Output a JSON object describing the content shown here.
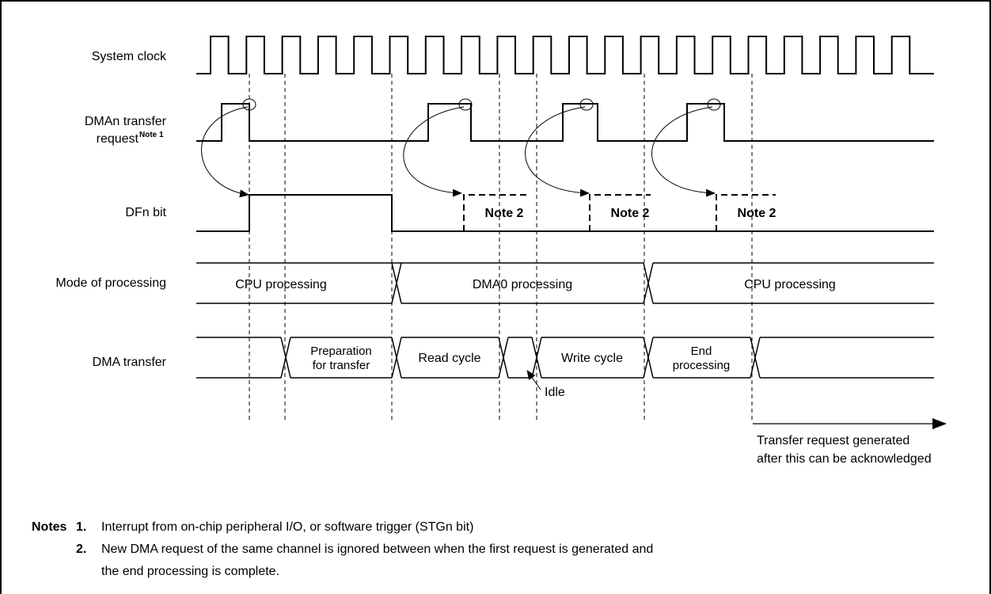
{
  "signals": {
    "system_clock": "System clock",
    "dma_request_line1": "DMAn transfer",
    "dma_request_line2": "request",
    "dma_request_note_ref": "Note 1",
    "dfn_bit": "DFn bit",
    "mode_of_processing": "Mode of processing",
    "dma_transfer": "DMA transfer"
  },
  "dfn_notes": [
    "Note 2",
    "Note 2",
    "Note 2"
  ],
  "mode_segments": [
    "CPU processing",
    "DMA0 processing",
    "CPU processing"
  ],
  "transfer_segments": {
    "prep_line1": "Preparation",
    "prep_line2": "for transfer",
    "read": "Read cycle",
    "write": "Write cycle",
    "end_line1": "End",
    "end_line2": "processing",
    "idle": "Idle"
  },
  "ack_caption": [
    "Transfer request generated",
    "after this can be acknowledged"
  ],
  "notes": {
    "heading": "Notes",
    "items": [
      {
        "num": "1.",
        "text": "Interrupt from on-chip peripheral I/O, or software trigger (STGn bit)"
      },
      {
        "num": "2.",
        "lines": [
          "New DMA request of the same channel is ignored between when the first request is generated and",
          "the end processing is complete."
        ]
      }
    ]
  }
}
